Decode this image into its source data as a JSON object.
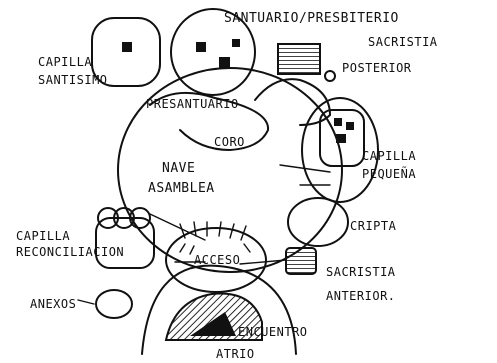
{
  "labels": {
    "santuario": "SANTUARIO/PRESBITERIO",
    "sacristia_posterior_1": "SACRISTIA",
    "sacristia_posterior_2": "POSTERIOR",
    "capilla_santisimo_1": "CAPILLA",
    "capilla_santisimo_2": "SANTISIMO",
    "presantuario": "PRESANTUARIO",
    "coro": "CORO",
    "capilla_pequena_1": "CAPILLA",
    "capilla_pequena_2": "PEQUEÑA",
    "nave_1": "NAVE",
    "nave_2": "ASAMBLEA",
    "capilla_reconciliacion_1": "CAPILLA",
    "capilla_reconciliacion_2": "RECONCILIACION",
    "cripta": "CRIPTA",
    "acceso": "ACCESO",
    "sacristia_anterior_1": "SACRISTIA",
    "sacristia_anterior_2": "ANTERIOR.",
    "anexos": "ANEXOS",
    "encuentro": "ENCUENTRO",
    "atrio": "ATRIO"
  },
  "colors": {
    "ink": "#111111",
    "paper": "#ffffff"
  }
}
